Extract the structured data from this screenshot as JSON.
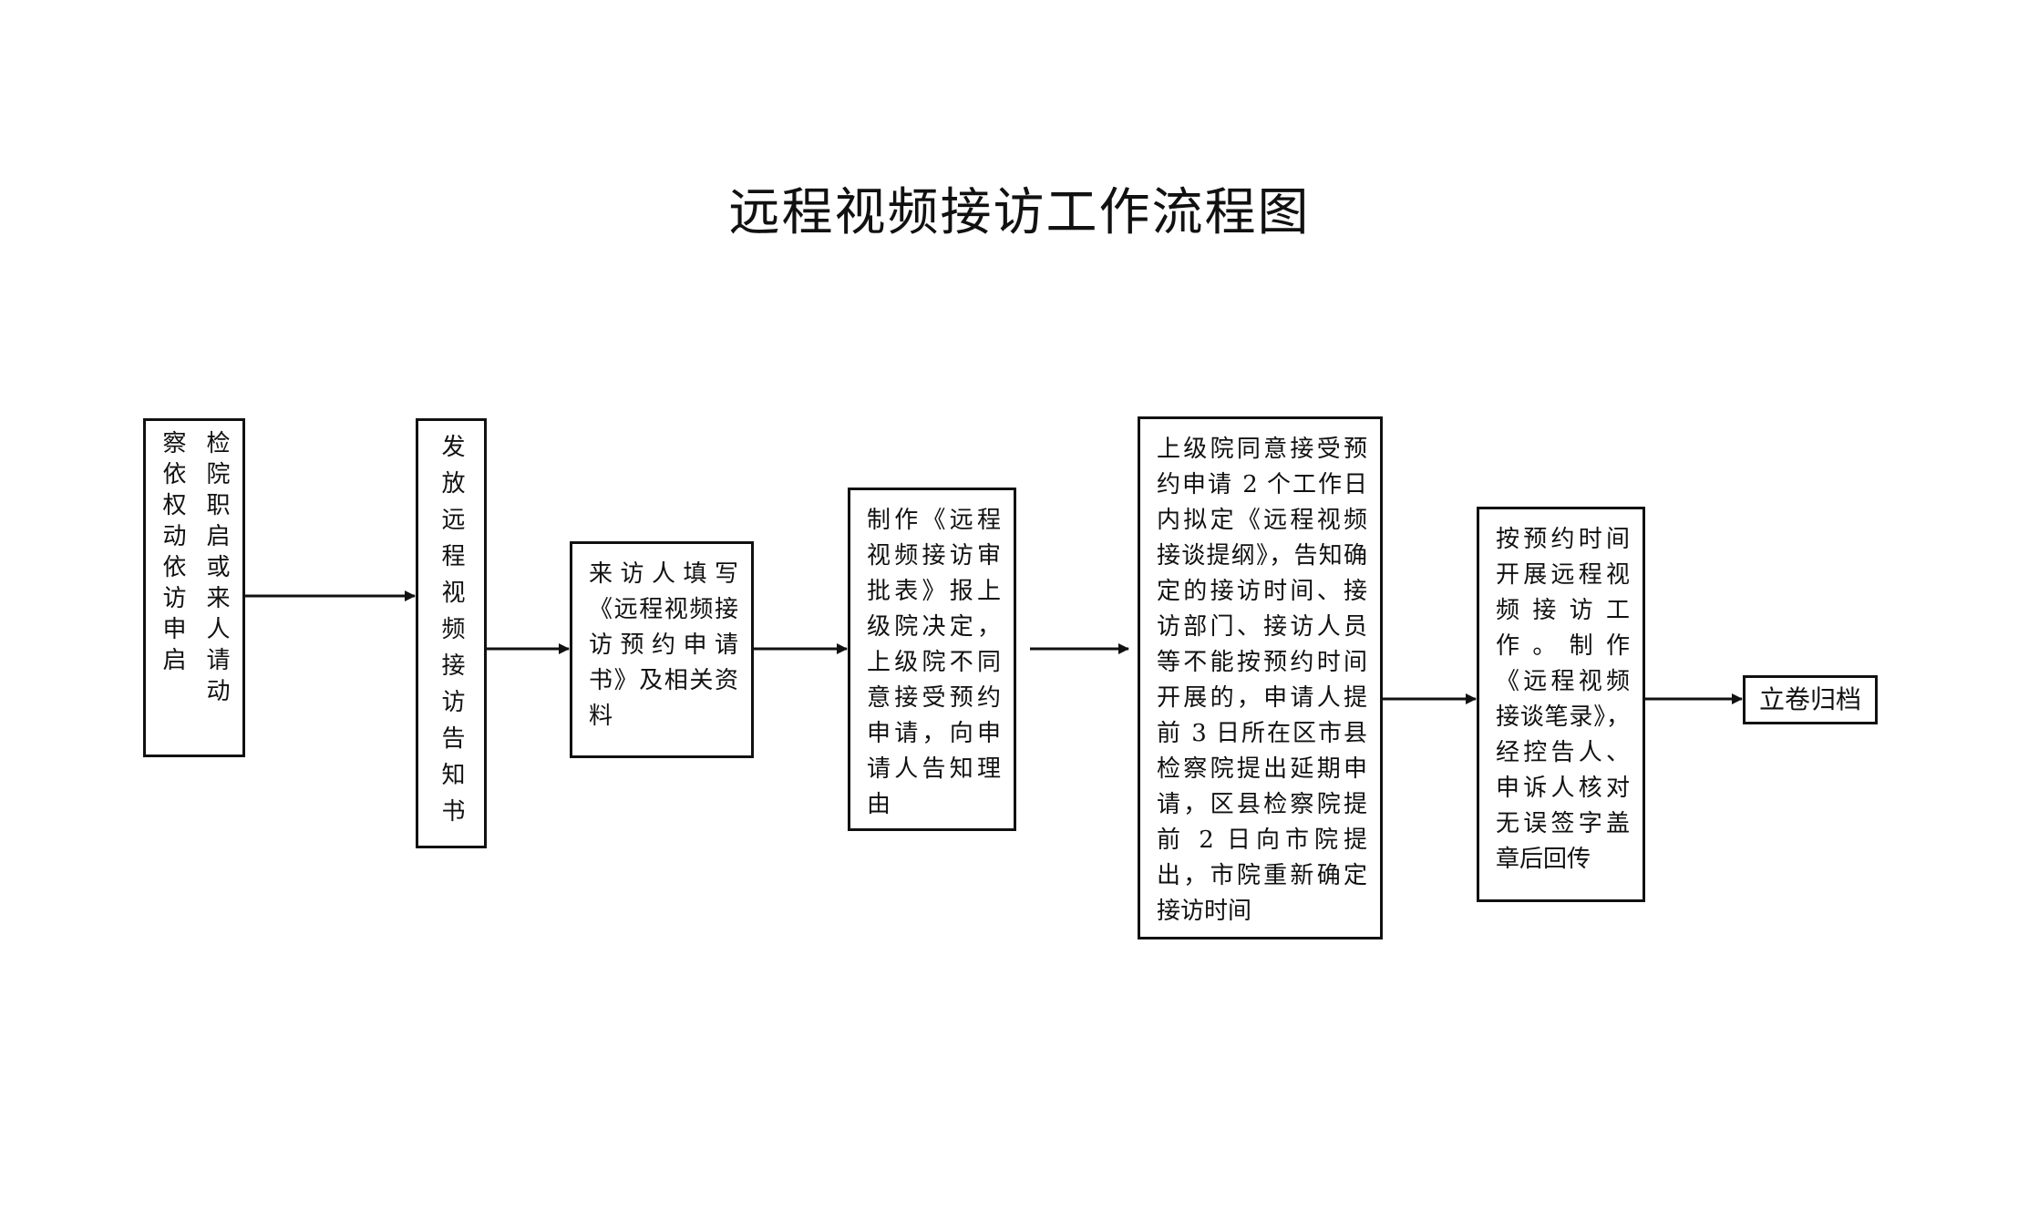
{
  "title": "远程视频接访工作流程图",
  "nodes": {
    "n1": {
      "col_right": "察依权动依访申启",
      "col_left": "检院职启或来人请动"
    },
    "n2": {
      "text": "发放远程视频接访告知书"
    },
    "n3": {
      "text": "来访人填写《远程视频接访预约申请书》及相关资料"
    },
    "n4": {
      "text": "制作《远程视频接访审批表》报上级院决定，上级院不同意接受预约申请，向申请人告知理由"
    },
    "n5": {
      "text": "上级院同意接受预约申请 2 个工作日内拟定《远程视频接谈提纲》，告知确定的接访时间、接访部门、接访人员等不能按预约时间开展的，申请人提前 3 日所在区市县检察院提出延期申请，区县检察院提前 2 日向市院提出，市院重新确定接访时间"
    },
    "n6": {
      "text": "按预约时间开展远程视频接访工作。制作《远程视频接谈笔录》，经控告人、申诉人核对无误签字盖章后回传"
    },
    "n7": {
      "text": "立卷归档"
    }
  },
  "colors": {
    "line": "#111111",
    "background": "#ffffff"
  }
}
